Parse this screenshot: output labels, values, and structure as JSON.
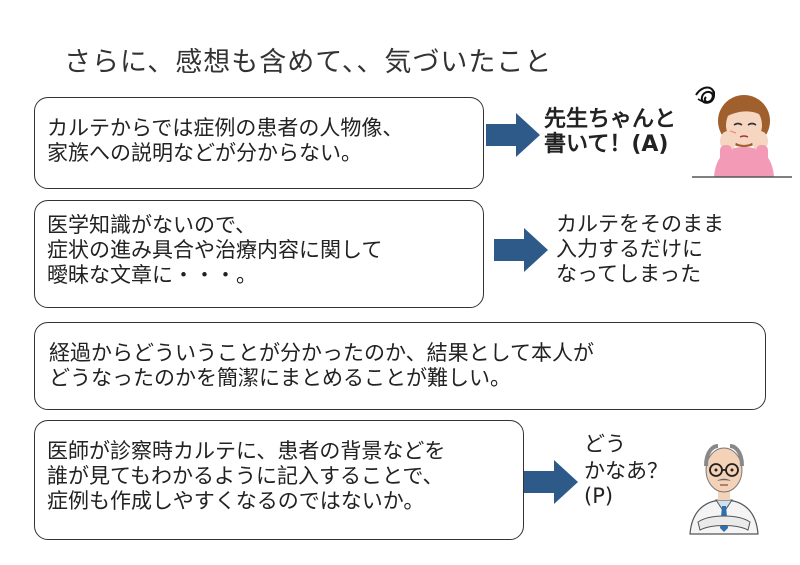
{
  "title": "さらに、感想も含めて、、気づいたこと",
  "rows": [
    {
      "lines": [
        "カルテからでは症例の患者の人物像、",
        "家族への説明などが分からない。"
      ],
      "note": [
        "先生ちゃんと",
        "書いて！(A)"
      ]
    },
    {
      "lines": [
        "医学知識がないので、",
        "症状の進み具合や治療内容に関して",
        "曖昧な文章に・・・。"
      ],
      "note": [
        "カルテをそのまま",
        "入力するだけに",
        "なってしまった"
      ]
    },
    {
      "lines": [
        "経過からどういうことが分かったのか、結果として本人が",
        "どうなったのかを簡潔にまとめることが難しい。"
      ]
    },
    {
      "lines": [
        "医師が診察時カルテに、患者の背景などを",
        "誰が見てもわかるように記入することで、",
        "症例も作成しやすくなるのではないか。"
      ],
      "note": [
        "どう",
        "かなあ？",
        "(P)"
      ]
    }
  ],
  "colors": {
    "arrow": "#2e5a8a",
    "border": "#333333"
  },
  "icons": [
    "arrow-right-icon",
    "worried-woman-illustration",
    "doctor-illustration"
  ]
}
